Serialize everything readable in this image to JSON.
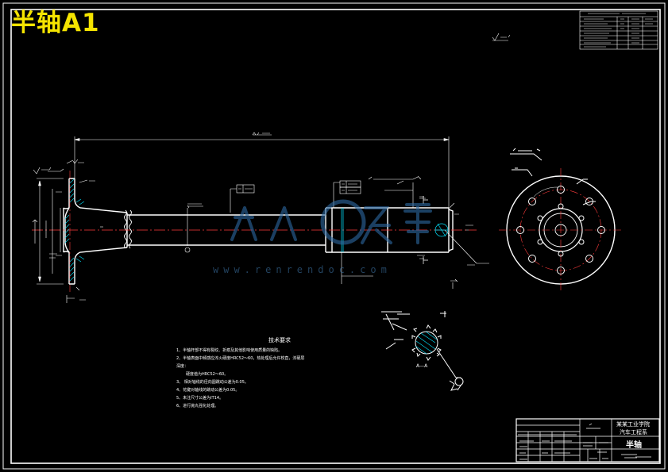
{
  "sheet": {
    "title": "半轴A1",
    "watermark_url": "www.renrendoc.com",
    "colors": {
      "background": "#000000",
      "line": "#ffffff",
      "cyan": "#00e5ff",
      "red": "#ff3b3b",
      "green": "#19e05a",
      "yellow": "#f5e400",
      "watermark": "#2d6aa3"
    }
  },
  "technical_requirements": {
    "title": "技术要求",
    "lines": [
      "1、半轴杆部不得有裂纹、折痕及其他影响使用质量的缺陷。",
      "2、半轴表面中频感应淬火硬度HRC52～60，热处理后允许校直，淬硬层",
      "深度：",
      "硬度值为HRC52～60。",
      "3、       相对轴线的径向圆跳动公差为0.05。",
      "4、花键对轴线的跳动公差为0.05。",
      "5、未注尺寸公差为IT14。",
      "6、进行抛丸强化处理。"
    ]
  },
  "title_block": {
    "part_name": "半轴",
    "school_line_1": "某某工业学院",
    "school_line_2": "汽车工程系"
  },
  "section_label": "A—A"
}
